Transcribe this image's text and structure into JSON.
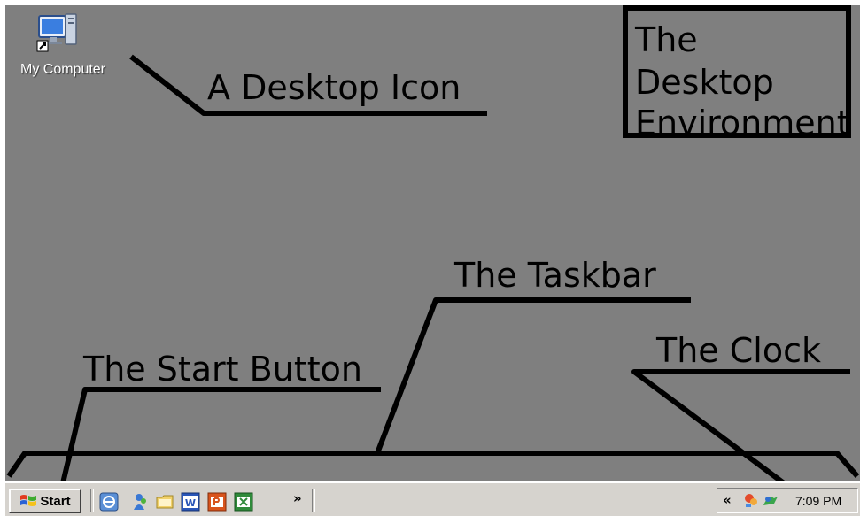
{
  "desktop": {
    "background": "#7f7f7f",
    "icons": [
      {
        "label": "My Computer",
        "icon": "my-computer-icon"
      }
    ]
  },
  "annotations": {
    "desktop_icon": "A Desktop Icon",
    "taskbar": "The Taskbar",
    "start_button": "The Start Button",
    "clock": "The Clock",
    "title_lines": [
      "The",
      "Desktop",
      "Environment"
    ]
  },
  "taskbar": {
    "start_label": "Start",
    "quick_launch": [
      "internet-explorer-icon",
      "windows-messenger-icon",
      "folder-icon",
      "word-icon",
      "powerpoint-icon",
      "excel-icon"
    ],
    "overflow_label": "»",
    "tray": {
      "expand_label": "«",
      "icons": [
        "network-icon",
        "messenger-tray-icon"
      ],
      "clock": "7:09 PM"
    }
  },
  "colors": {
    "taskbar": "#d6d3ce",
    "annotation_text": "#000000",
    "icon_label": "#ffffff"
  }
}
